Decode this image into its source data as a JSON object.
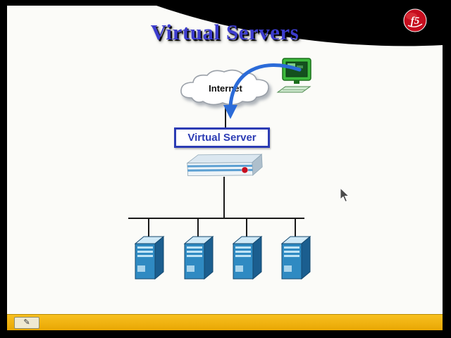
{
  "slide": {
    "title": "Virtual Servers"
  },
  "logo": {
    "text": "f5"
  },
  "diagram": {
    "internet_label": "Internet",
    "virtual_server_label": "Virtual Server",
    "server_count": 4
  },
  "toolbar": {
    "pen_icon": "✎"
  },
  "colors": {
    "title_blue": "#3c3cce",
    "accent_blue": "#2c3cb4",
    "arrow_blue": "#2b6bd8",
    "server_blue": "#2f8ac2",
    "server_side_blue": "#1b5e8f",
    "bar_yellow": "#f2b208",
    "logo_red": "#c60d1e",
    "background_black": "#000000"
  }
}
